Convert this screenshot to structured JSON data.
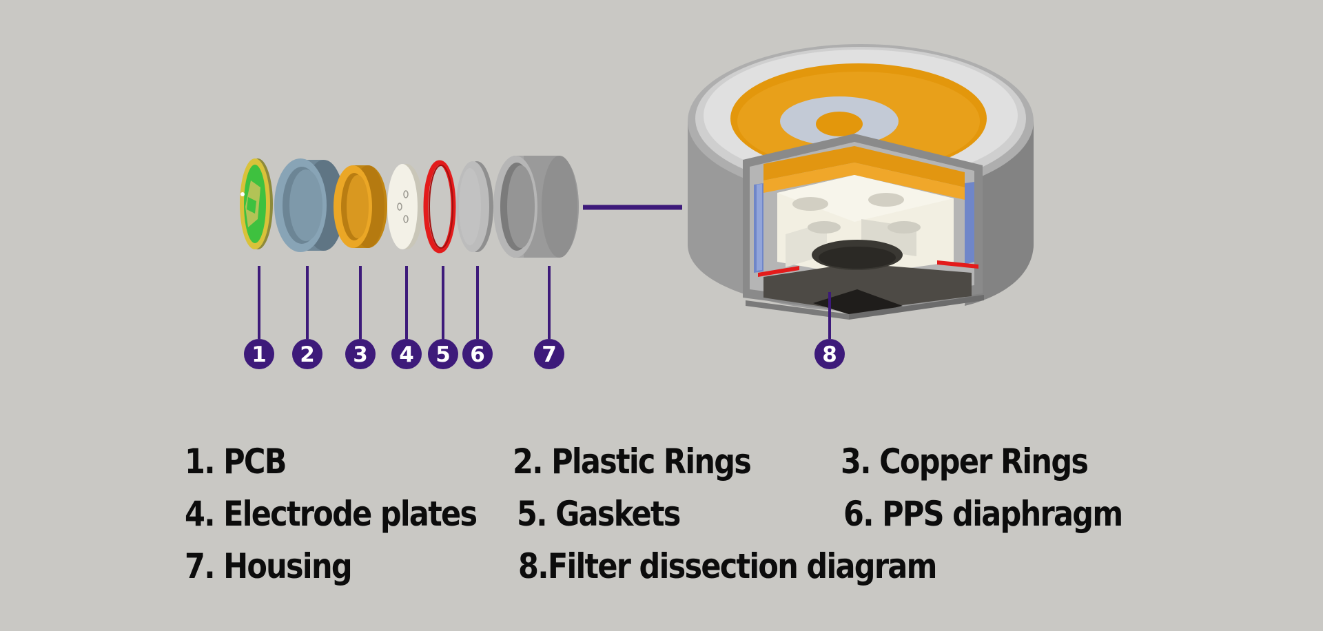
{
  "markers": [
    "1",
    "2",
    "3",
    "4",
    "5",
    "6",
    "7",
    "8"
  ],
  "legend": [
    "1. PCB",
    "2. Plastic Rings",
    "3. Copper Rings",
    "4. Electrode plates",
    "5. Gaskets",
    "6. PPS diaphragm",
    "7. Housing",
    "8.Filter dissection diagram"
  ],
  "colors": {
    "background": "#c9c8c4",
    "marker": "#3d1a7a",
    "pcb": "#3ec13f",
    "pcb_rim": "#d9c23a",
    "plastic_ring": "#7c98ab",
    "copper_ring": "#e3a021",
    "electrode_plate": "#f1efe4",
    "gasket": "#e31b1b",
    "diaphragm": "#b7b7b7",
    "housing": "#9d9d9d"
  }
}
